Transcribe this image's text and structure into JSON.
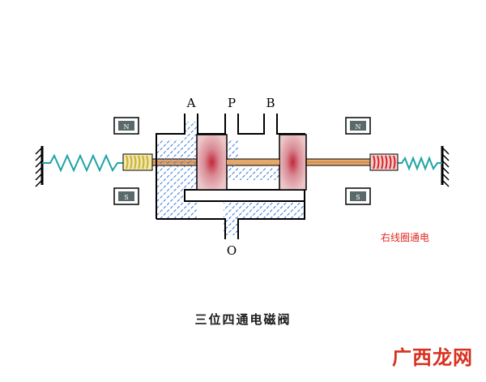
{
  "ports": {
    "a": "A",
    "p": "P",
    "b": "B",
    "o": "O"
  },
  "magnets": {
    "north": "N",
    "south": "S"
  },
  "status_text": "右线圈通电",
  "caption": "三位四通电磁阀",
  "watermark": "广西龙网",
  "colors": {
    "outline": "#000000",
    "hatch": "#3a78d8",
    "spool": "#d9a8a8",
    "rod": "#e6a76a",
    "spring": "#1fa3a6",
    "coil_left": "#c8b038",
    "coil_right": "#d8202a",
    "magnet_fill": "#5a6a6a",
    "status": "#e0281e"
  }
}
